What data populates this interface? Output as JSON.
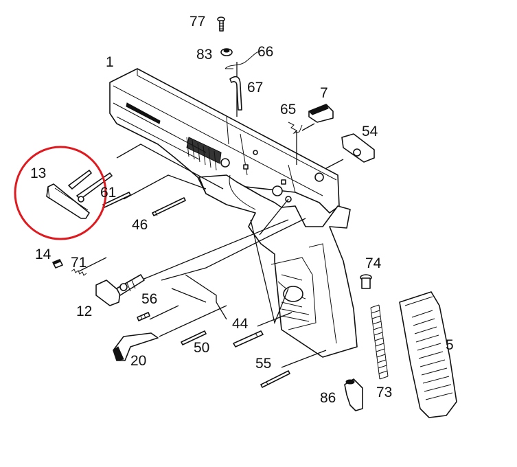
{
  "labels": {
    "p77": "77",
    "p83": "83",
    "p66": "66",
    "p1": "1",
    "p67": "67",
    "p7": "7",
    "p65": "65",
    "p54": "54",
    "p13": "13",
    "p61": "61",
    "p46": "46",
    "p14": "14",
    "p71": "71",
    "p74": "74",
    "p12": "12",
    "p56": "56",
    "p44": "44",
    "p5": "5",
    "p50": "50",
    "p20": "20",
    "p55": "55",
    "p86": "86",
    "p73": "73"
  },
  "highlight": {
    "target": "13",
    "color": "#e0191f"
  },
  "colors": {
    "ink": "#111111",
    "paper": "#ffffff"
  }
}
